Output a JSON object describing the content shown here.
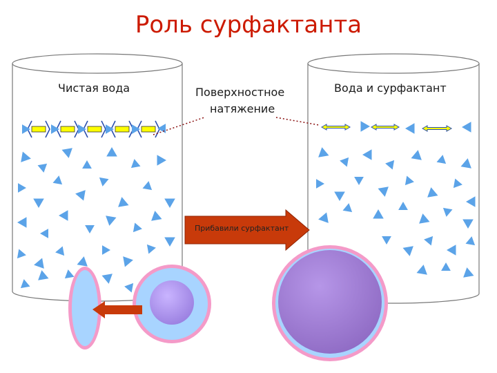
{
  "title": "Роль сурфактанта",
  "left_cylinder": {
    "label": "Чистая вода"
  },
  "right_cylinder": {
    "label": "Вода и сурфактант"
  },
  "surface_tension": {
    "line1": "Поверхностное",
    "line2": "натяжение"
  },
  "add_arrow": {
    "label": "Прибавили сурфактант"
  },
  "colors": {
    "title": "#cc1a00",
    "molecule": "#5ba3e8",
    "bond": "#ffff00",
    "arrow": "#c83a0a",
    "pointer": "#7a1010",
    "alveolus_fill_small": "#b19cf2",
    "alveolus_fill_large": "#9e7fd4",
    "alveolus_ring": "#a8d4ff",
    "alveolus_outline": "#f49ac8"
  }
}
